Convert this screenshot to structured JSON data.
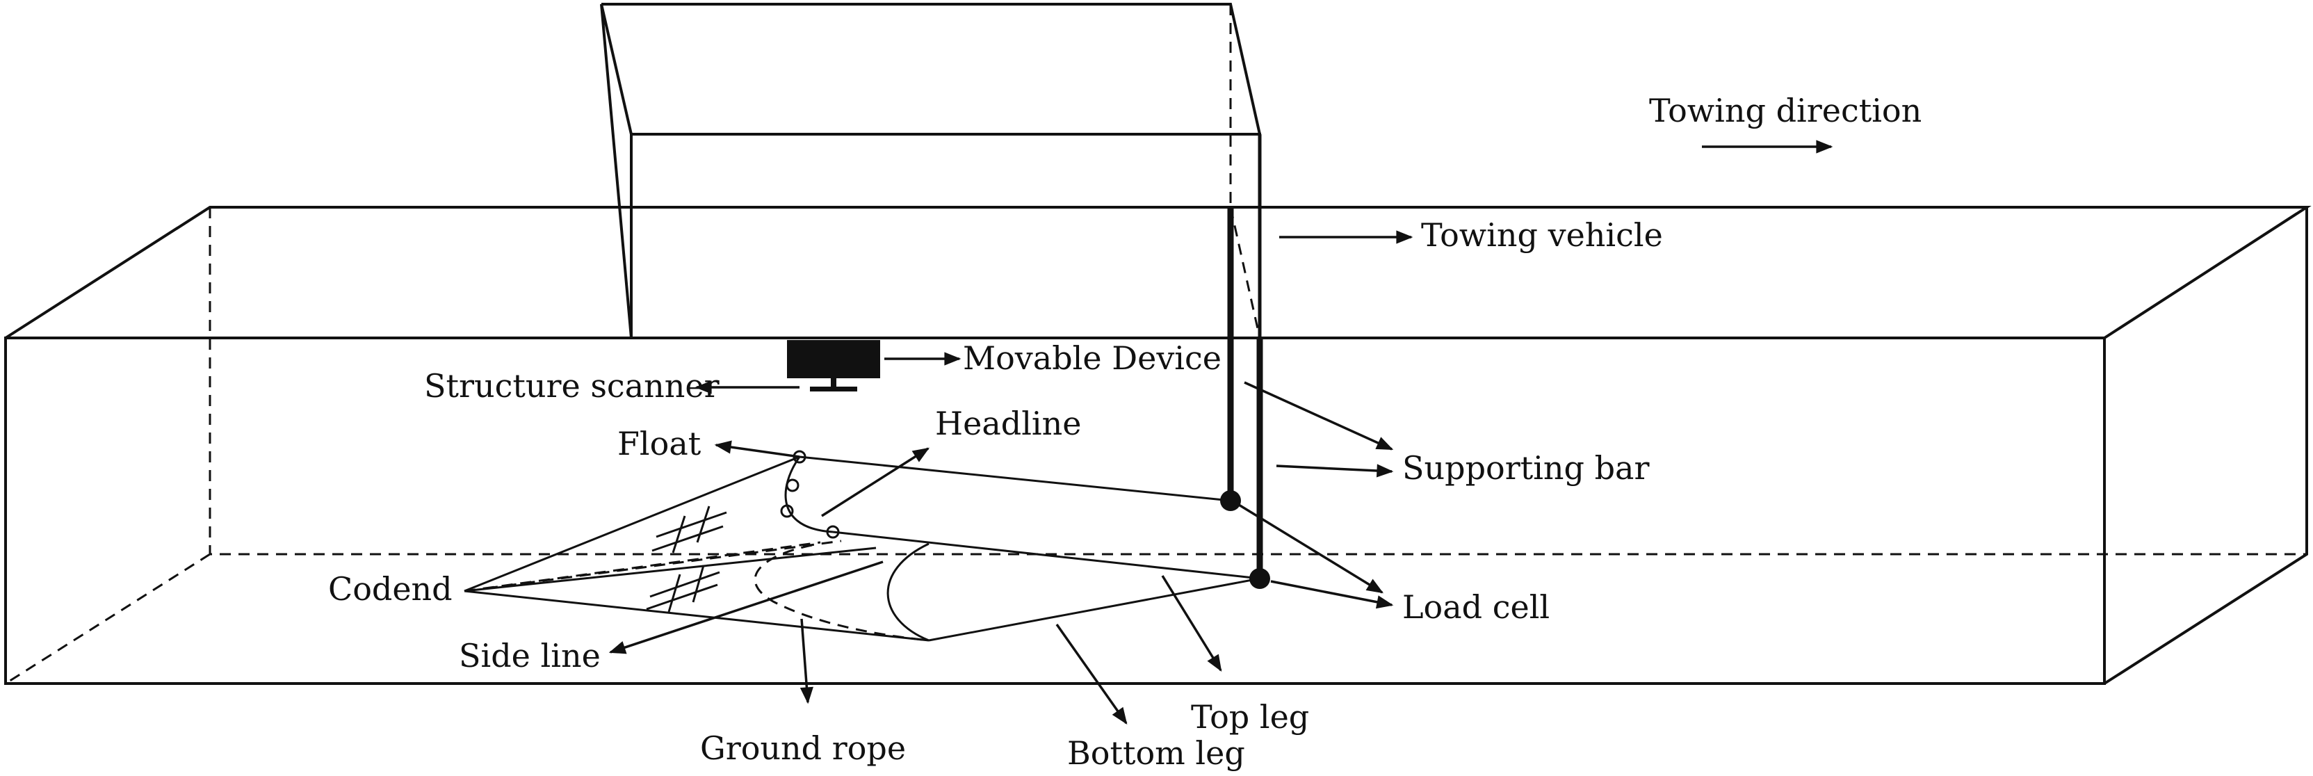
{
  "labels": {
    "towing_direction": "Towing direction",
    "towing_vehicle": "Towing vehicle",
    "movable_device": "Movable Device",
    "structure_scanner": "Structure scanner",
    "float": "Float",
    "headline": "Headline",
    "supporting_bar": "Supporting bar",
    "codend": "Codend",
    "load_cell": "Load cell",
    "side_line": "Side line",
    "top_leg": "Top leg",
    "ground_rope": "Ground rope",
    "bottom_leg": "Bottom leg"
  }
}
